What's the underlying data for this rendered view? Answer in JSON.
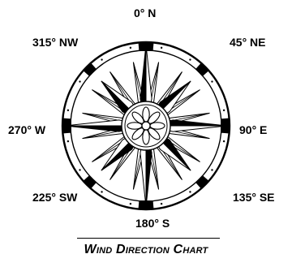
{
  "compass": {
    "north": "0° N",
    "northeast": "45° NE",
    "east": "90° E",
    "southeast": "135° SE",
    "south": "180° S",
    "southwest": "225° SW",
    "west": "270° W",
    "northwest": "315° NW"
  },
  "caption": "Wind Direction Chart",
  "colors": {
    "ink": "#000000",
    "paper": "#ffffff"
  }
}
